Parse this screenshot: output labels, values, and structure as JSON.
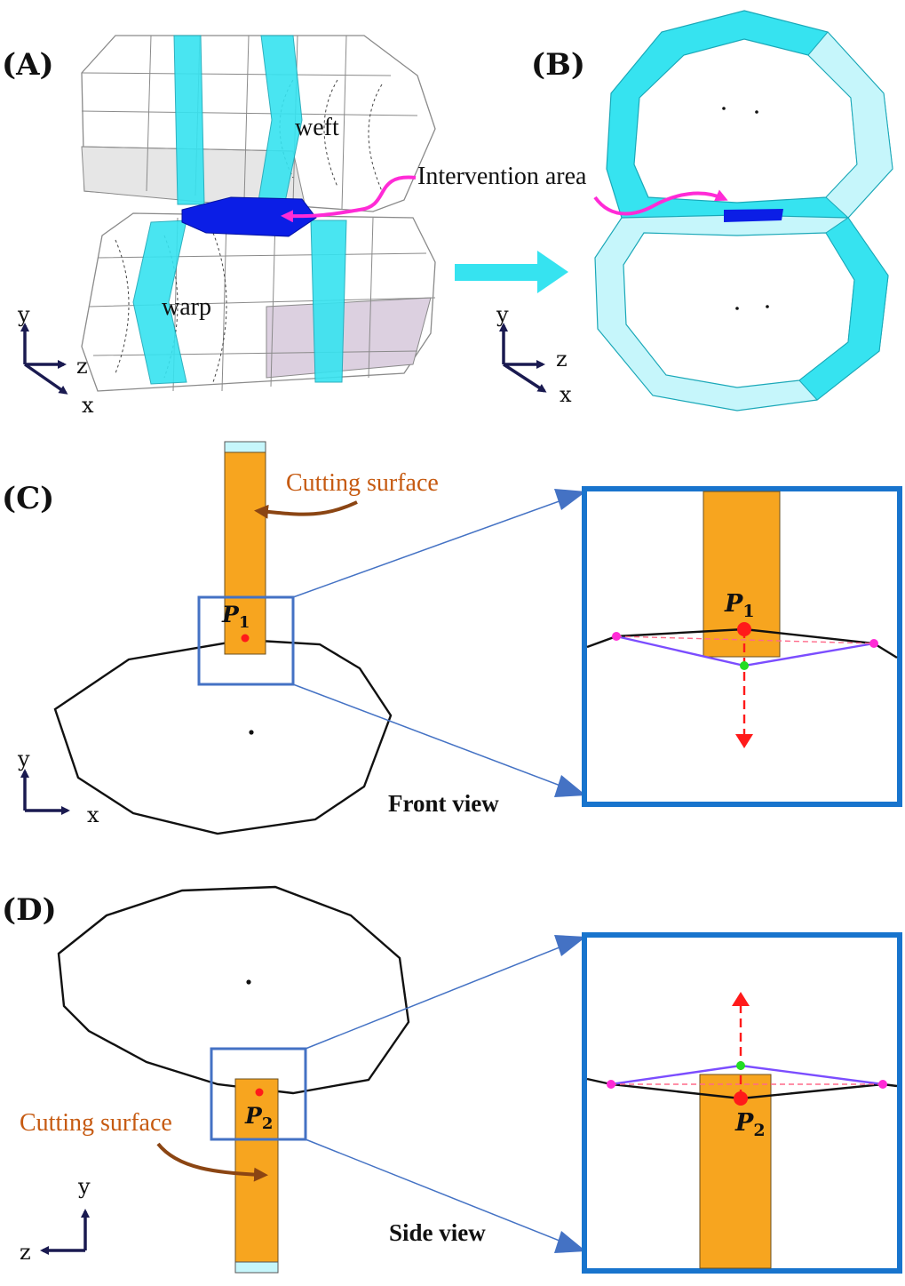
{
  "panels": {
    "a": {
      "label": "(A)",
      "weft_label": "weft",
      "warp_label": "warp",
      "intervention_label": "Intervention area",
      "axes": {
        "y": "y",
        "z": "z",
        "x": "x"
      }
    },
    "b": {
      "label": "(B)",
      "axes": {
        "y": "y",
        "z": "z",
        "x": "x"
      }
    },
    "c": {
      "label": "(C)",
      "cutting_label": "Cutting surface",
      "point_main": "P",
      "point_sub": "1",
      "view_label": "Front view",
      "axes": {
        "y": "y",
        "x": "x"
      }
    },
    "d": {
      "label": "(D)",
      "cutting_label": "Cutting surface",
      "point_main": "P",
      "point_sub": "2",
      "view_label": "Side view",
      "axes": {
        "y": "y",
        "z": "z"
      }
    }
  },
  "colors": {
    "cyan": "#36e3f0",
    "light_cyan": "#c6f6fb",
    "orange": "#f7a51f",
    "magenta": "#ff2bd6",
    "blue_intervention": "#0b1ee6",
    "frame_blue": "#1874cd",
    "arrow_blue": "#4472c4",
    "red_point": "#ff1a1a",
    "green_point": "#22dd22",
    "purple_line": "#7b4dff",
    "brown_arrow": "#8b4513",
    "cutting_text": "#c65a11",
    "axis_navy": "#1a1a50"
  },
  "icons": {
    "transition_arrow": "arrow-right-icon"
  }
}
